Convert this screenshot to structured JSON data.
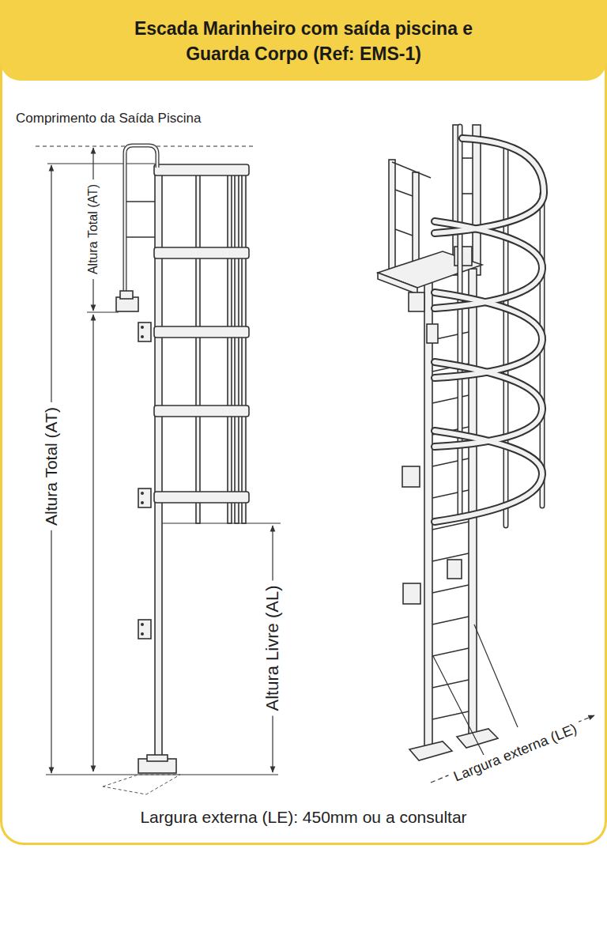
{
  "diagram": {
    "title": "Escada Marinheiro com saída piscina e Guarda Corpo (Ref: EMS-1)",
    "caption": "Largura externa (LE): 450mm ou a consultar",
    "labels": [
      "Comprimento da Saída Piscina",
      "Altura Total (AT)",
      "Altura Total (AT)",
      "Altura Livre (AL)",
      "Largura externa (LE)"
    ]
  }
}
